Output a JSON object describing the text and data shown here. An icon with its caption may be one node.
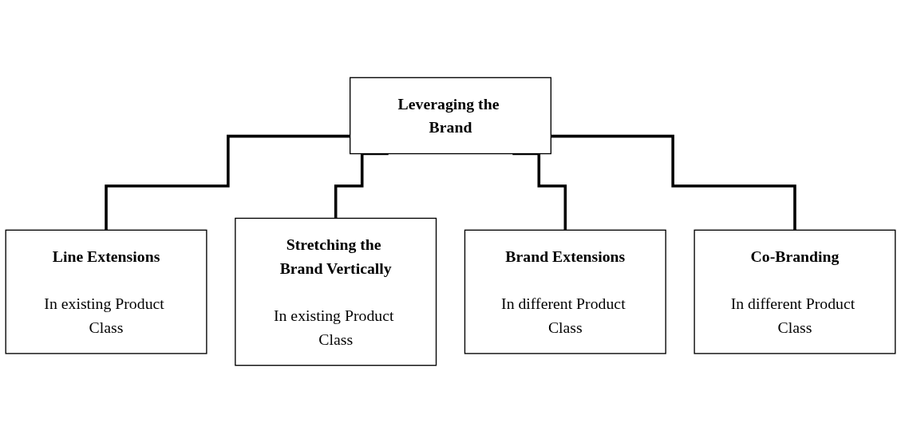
{
  "diagram": {
    "nodes": [
      {
        "text": [
          "Leveraging the Brand"
        ]
      },
      {
        "text": [
          "Line Extensions",
          "In existing Product Class"
        ]
      },
      {
        "text": [
          "Stretching the Brand Vertically",
          "In existing Product Class"
        ]
      },
      {
        "text": [
          "Brand Extensions",
          "In different Product Class"
        ]
      },
      {
        "text": [
          "Co-Branding",
          "In different Product Class"
        ]
      }
    ],
    "edges": [
      {
        "from": 0,
        "to": 1,
        "arrow": "none"
      },
      {
        "from": 0,
        "to": 2,
        "arrow": "none"
      },
      {
        "from": 0,
        "to": 3,
        "arrow": "none"
      },
      {
        "from": 0,
        "to": 4,
        "arrow": "none"
      }
    ]
  }
}
